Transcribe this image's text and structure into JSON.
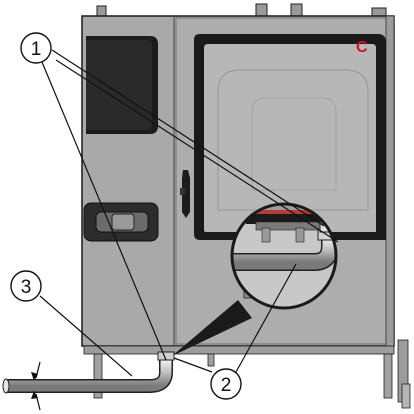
{
  "figure": {
    "brand_logo_letter": "C",
    "callouts": [
      {
        "id": "1",
        "label": "1"
      },
      {
        "id": "2",
        "label": "2"
      },
      {
        "id": "3",
        "label": "3"
      }
    ],
    "colors": {
      "cabinet": "#a9a9a9",
      "cabinet_dark": "#8c8c8c",
      "window_frame": "#1a1a1a",
      "window_glass": "#b7b7b7",
      "logo_red": "#d4141c",
      "drain_pipe": "#cfcfcf",
      "outline": "#111111"
    },
    "icons": [
      "oven-appliance",
      "drain-pipe",
      "magnifier-inset",
      "door-handle",
      "control-panel"
    ]
  }
}
